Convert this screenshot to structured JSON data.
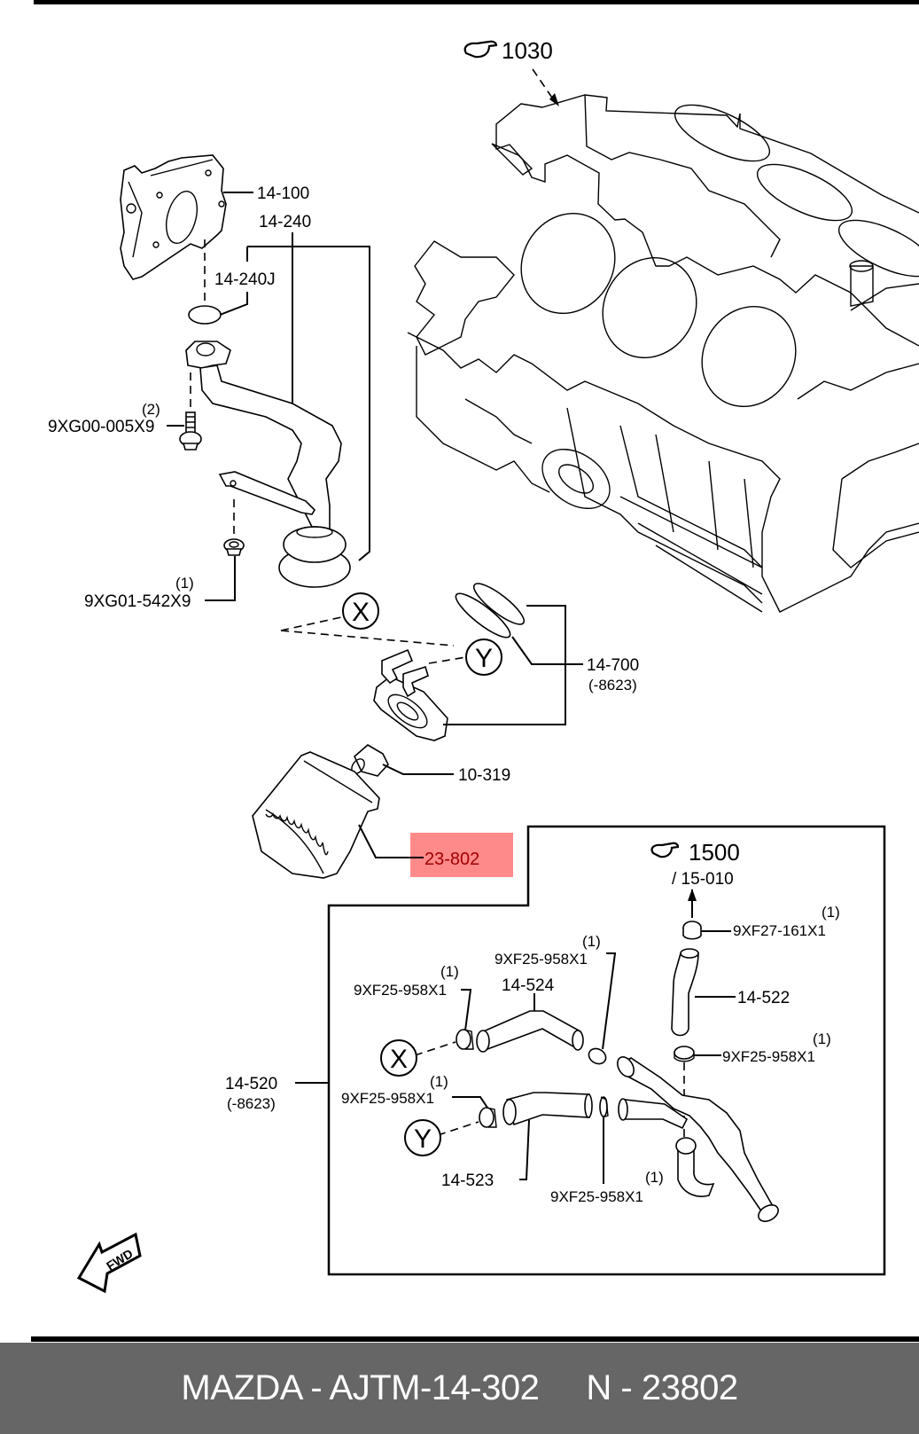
{
  "references": {
    "engine_block": "1030",
    "coolant_system": "1500",
    "coolant_sub": "/ 15-010"
  },
  "parts": {
    "oil_pump_cover": "14-100",
    "oil_strainer": "14-240",
    "strainer_gasket": "14-240J",
    "bolt_qty": "(2)",
    "bolt": "9XG00-005X9",
    "nut_qty": "(1)",
    "nut": "9XG01-542X9",
    "oil_cooler": "14-700",
    "oil_cooler_note": "(-8623)",
    "union_bolt": "10-319",
    "oil_filter": "23-802",
    "hose_assembly": "14-520",
    "hose_assembly_note": "(-8623)",
    "hose_upper": "14-524",
    "hose_lower": "14-523",
    "hose_vertical": "14-522",
    "clamp_top": "9XF27-161X1",
    "clamp_top_qty": "(1)",
    "clamp_a": "9XF25-958X1",
    "clamp_a_qty": "(1)",
    "clamp_b": "9XF25-958X1",
    "clamp_b_qty": "(1)",
    "clamp_c": "9XF25-958X1",
    "clamp_c_qty": "(1)",
    "clamp_d": "9XF25-958X1",
    "clamp_d_qty": "(1)",
    "clamp_e": "9XF25-958X1",
    "clamp_e_qty": "(1)"
  },
  "connectors": {
    "x": "X",
    "y": "Y"
  },
  "direction": "FWD",
  "highlight_color": "#ff8a8a",
  "footer": {
    "text": "MAZDA - AJTM-14-302     N - 23802"
  }
}
